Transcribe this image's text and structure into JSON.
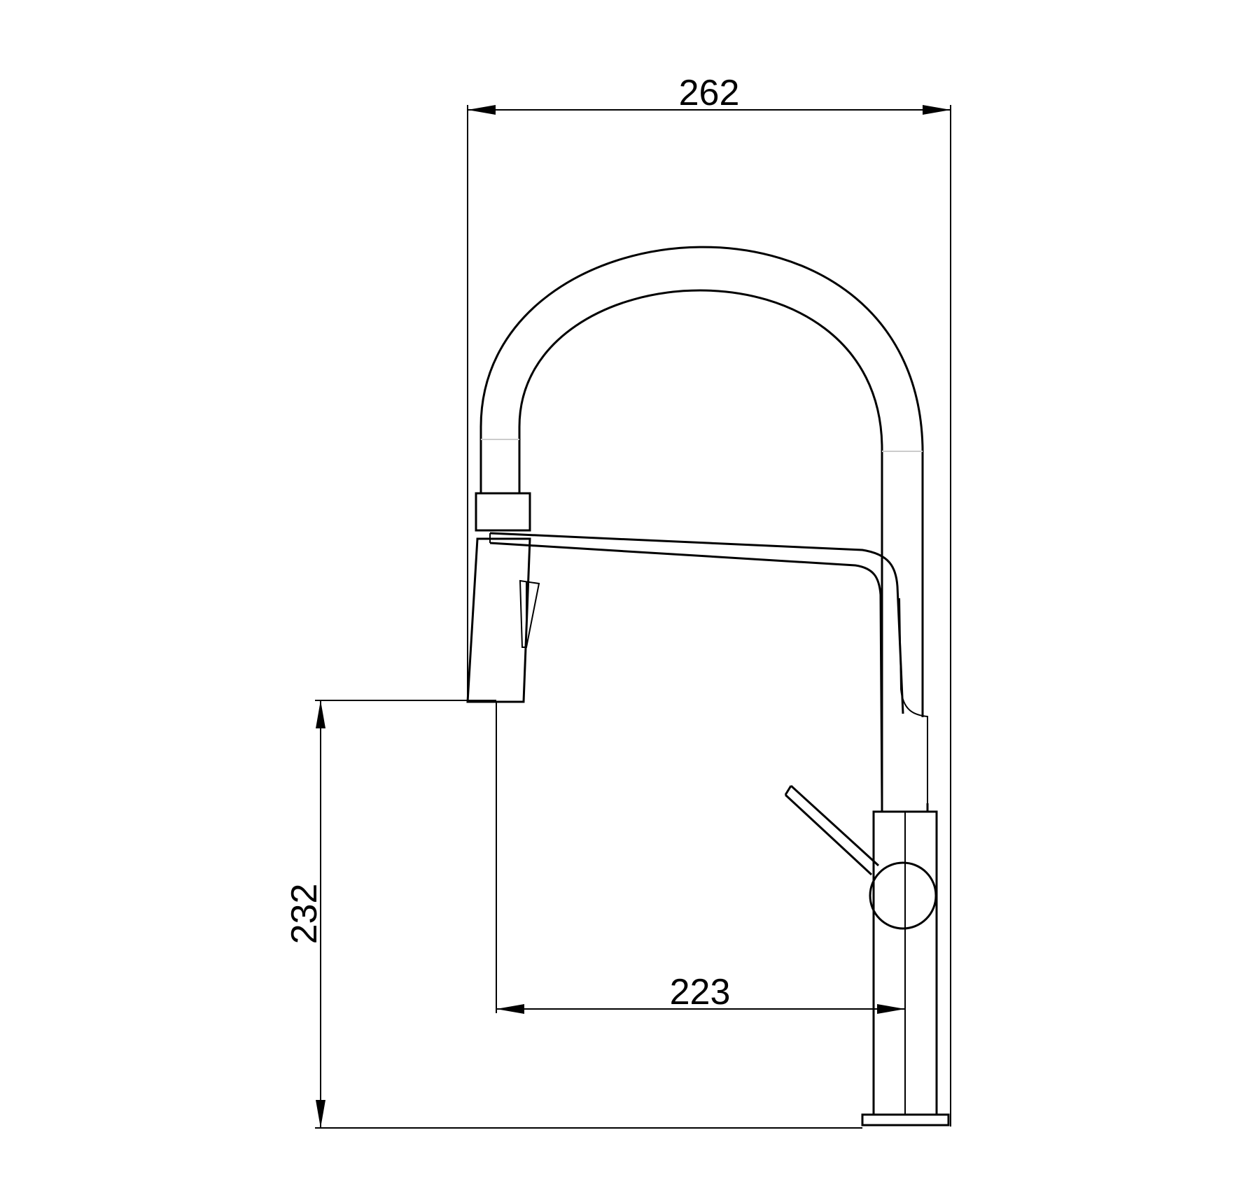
{
  "drawing": {
    "subject": "faucet-side-elevation",
    "line_color": "#000000",
    "background": "#ffffff"
  },
  "dimensions": {
    "overall_width": "262",
    "spout_reach": "223",
    "spout_height": "232"
  }
}
